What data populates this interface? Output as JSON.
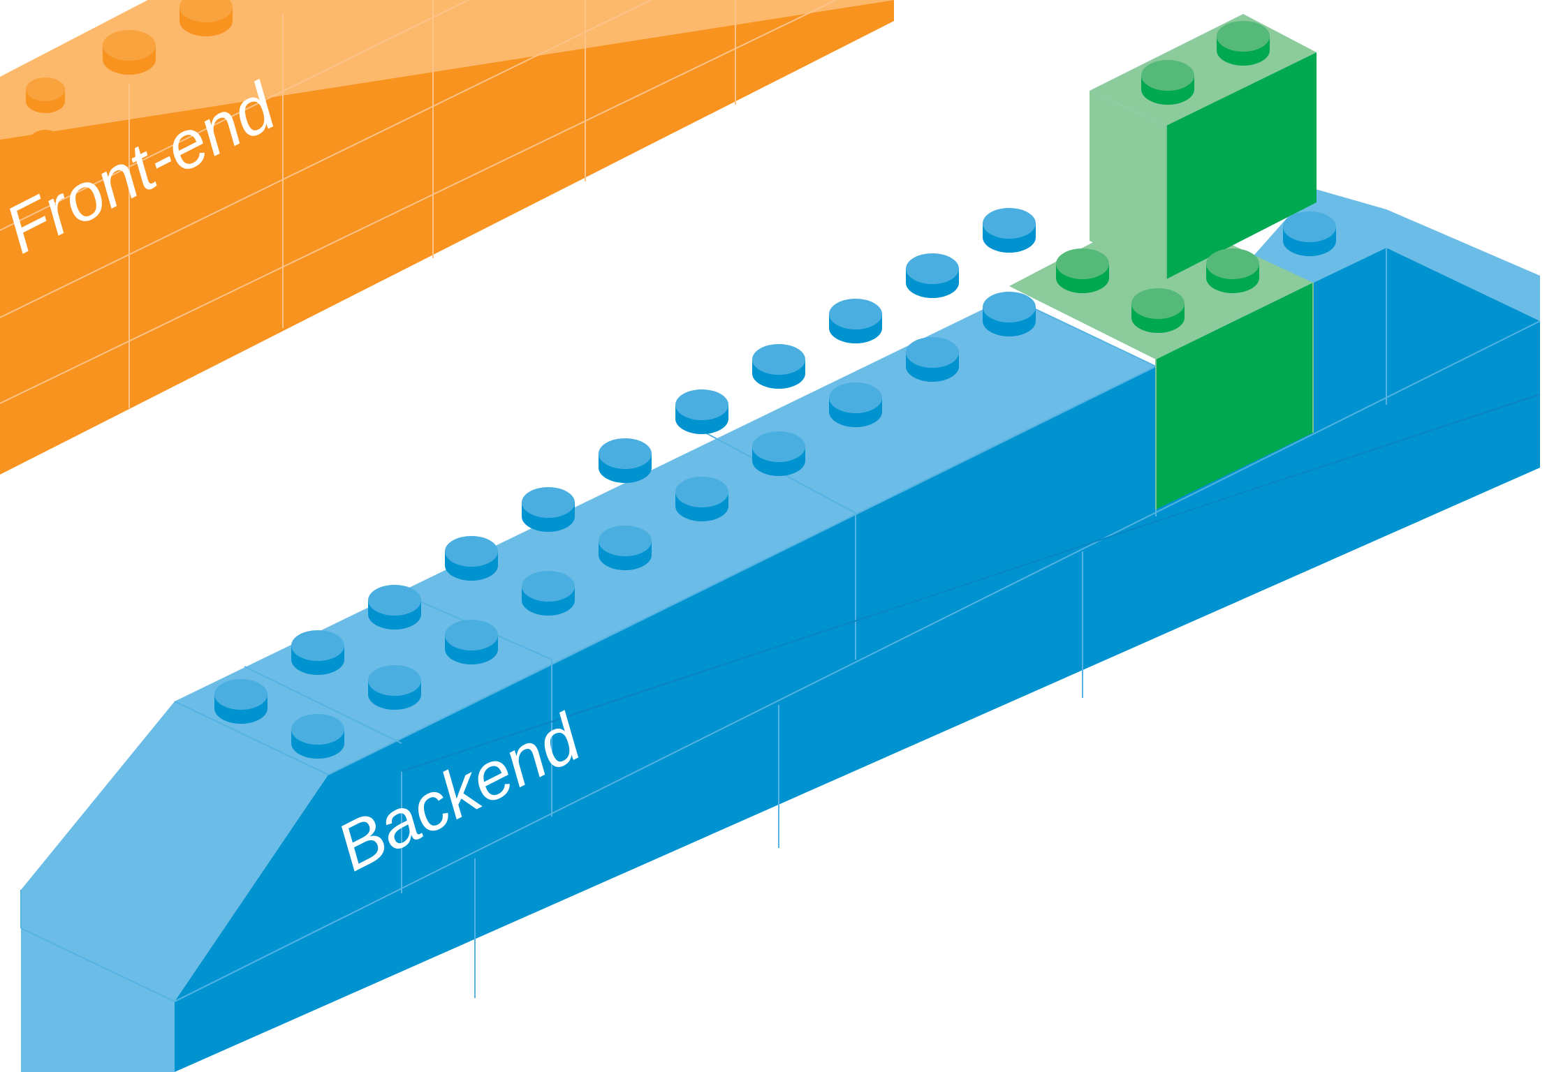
{
  "diagram": {
    "layers": [
      {
        "id": "front-end",
        "label": "Front-end",
        "color": "#F7931E",
        "top_color": "#FDB96B"
      },
      {
        "id": "backend",
        "label": "Backend",
        "color": "#0192D0",
        "top_color": "#6BBCE6"
      },
      {
        "id": "bridge",
        "label": "",
        "color": "#00A84F",
        "top_color": "#8BCB9C"
      }
    ],
    "background": "#FFFFFF"
  }
}
